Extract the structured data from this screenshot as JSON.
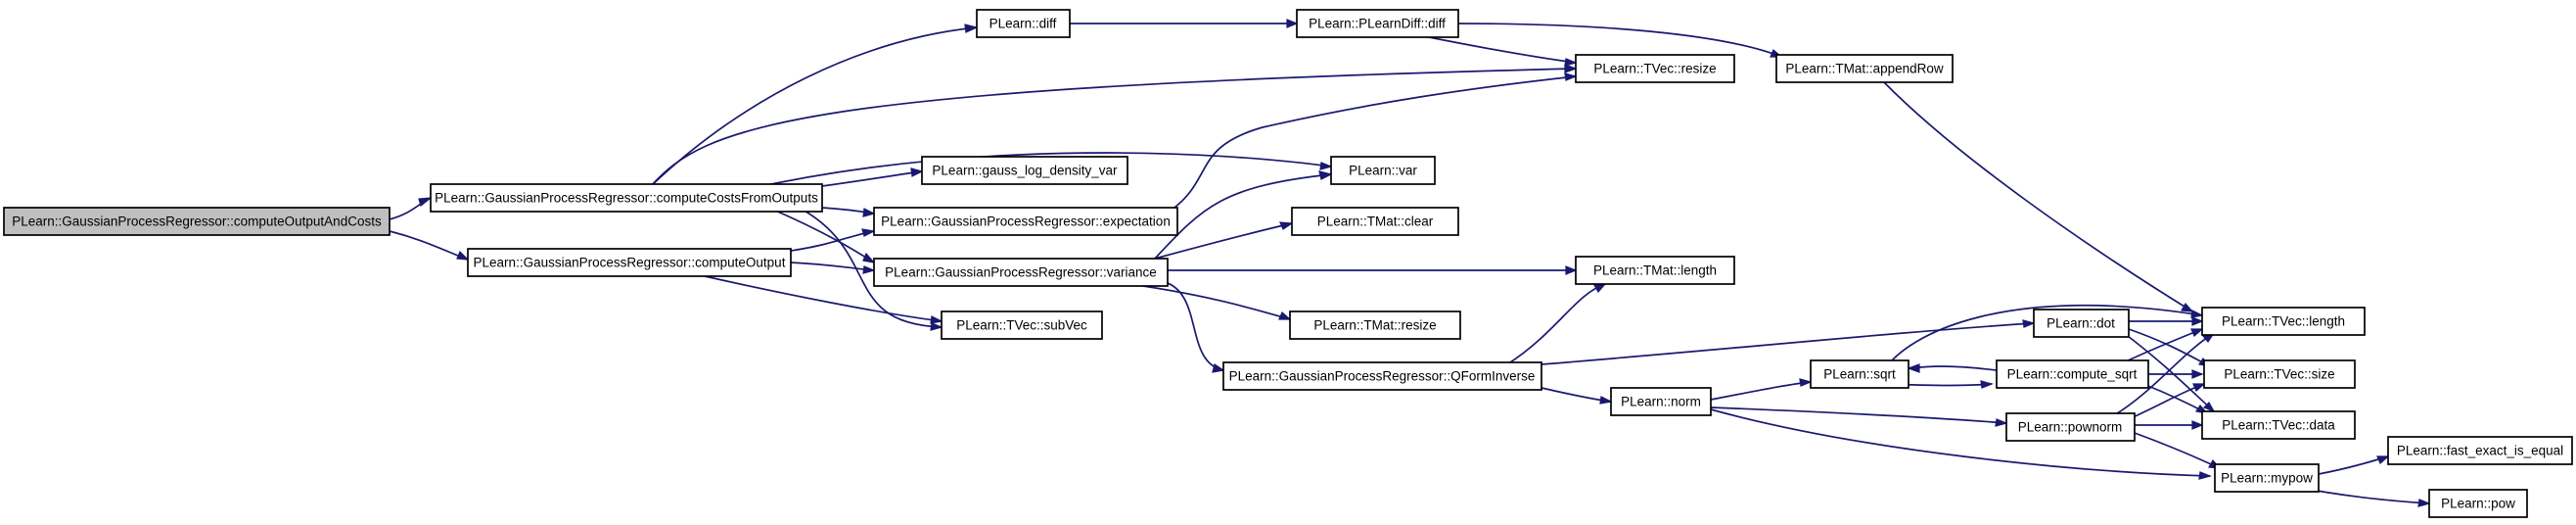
{
  "nodes": [
    {
      "id": "n0",
      "label": "PLearn::GaussianProcessRegressor::computeOutputAndCosts",
      "root": true
    },
    {
      "id": "n1",
      "label": "PLearn::GaussianProcessRegressor::computeCostsFromOutputs"
    },
    {
      "id": "n2",
      "label": "PLearn::GaussianProcessRegressor::computeOutput"
    },
    {
      "id": "n3",
      "label": "PLearn::diff"
    },
    {
      "id": "n4",
      "label": "PLearn::gauss_log_density_var"
    },
    {
      "id": "n5",
      "label": "PLearn::GaussianProcessRegressor::expectation"
    },
    {
      "id": "n6",
      "label": "PLearn::GaussianProcessRegressor::variance"
    },
    {
      "id": "n7",
      "label": "PLearn::TVec::subVec"
    },
    {
      "id": "n8",
      "label": "PLearn::PLearnDiff::diff"
    },
    {
      "id": "n9",
      "label": "PLearn::TVec::resize"
    },
    {
      "id": "n10",
      "label": "PLearn::var"
    },
    {
      "id": "n11",
      "label": "PLearn::TMat::clear"
    },
    {
      "id": "n12",
      "label": "PLearn::TMat::length"
    },
    {
      "id": "n13",
      "label": "PLearn::TMat::resize"
    },
    {
      "id": "n14",
      "label": "PLearn::GaussianProcessRegressor::QFormInverse"
    },
    {
      "id": "n15",
      "label": "PLearn::TMat::appendRow"
    },
    {
      "id": "n16",
      "label": "PLearn::norm"
    },
    {
      "id": "n17",
      "label": "PLearn::dot"
    },
    {
      "id": "n18",
      "label": "PLearn::sqrt"
    },
    {
      "id": "n19",
      "label": "PLearn::compute_sqrt"
    },
    {
      "id": "n20",
      "label": "PLearn::pownorm"
    },
    {
      "id": "n21",
      "label": "PLearn::TVec::length"
    },
    {
      "id": "n22",
      "label": "PLearn::TVec::size"
    },
    {
      "id": "n23",
      "label": "PLearn::TVec::data"
    },
    {
      "id": "n24",
      "label": "PLearn::mypow"
    },
    {
      "id": "n25",
      "label": "PLearn::fast_exact_is_equal"
    },
    {
      "id": "n26",
      "label": "PLearn::pow"
    }
  ],
  "edges": [
    [
      "n0",
      "n1"
    ],
    [
      "n0",
      "n2"
    ],
    [
      "n1",
      "n3"
    ],
    [
      "n1",
      "n9"
    ],
    [
      "n1",
      "n10"
    ],
    [
      "n1",
      "n4"
    ],
    [
      "n1",
      "n5"
    ],
    [
      "n1",
      "n6"
    ],
    [
      "n1",
      "n7"
    ],
    [
      "n2",
      "n5"
    ],
    [
      "n2",
      "n6"
    ],
    [
      "n2",
      "n7"
    ],
    [
      "n3",
      "n8"
    ],
    [
      "n8",
      "n9"
    ],
    [
      "n8",
      "n15"
    ],
    [
      "n5",
      "n9"
    ],
    [
      "n6",
      "n10"
    ],
    [
      "n6",
      "n11"
    ],
    [
      "n6",
      "n12"
    ],
    [
      "n6",
      "n13"
    ],
    [
      "n6",
      "n14"
    ],
    [
      "n14",
      "n12"
    ],
    [
      "n14",
      "n17"
    ],
    [
      "n14",
      "n16"
    ],
    [
      "n15",
      "n21"
    ],
    [
      "n16",
      "n18"
    ],
    [
      "n16",
      "n20"
    ],
    [
      "n16",
      "n24"
    ],
    [
      "n17",
      "n21"
    ],
    [
      "n17",
      "n22"
    ],
    [
      "n17",
      "n23"
    ],
    [
      "n18",
      "n21"
    ],
    [
      "n18",
      "n19"
    ],
    [
      "n19",
      "n18"
    ],
    [
      "n19",
      "n22"
    ],
    [
      "n19",
      "n23"
    ],
    [
      "n20",
      "n21"
    ],
    [
      "n20",
      "n22"
    ],
    [
      "n20",
      "n23"
    ],
    [
      "n20",
      "n24"
    ],
    [
      "n24",
      "n25"
    ],
    [
      "n24",
      "n26"
    ]
  ]
}
